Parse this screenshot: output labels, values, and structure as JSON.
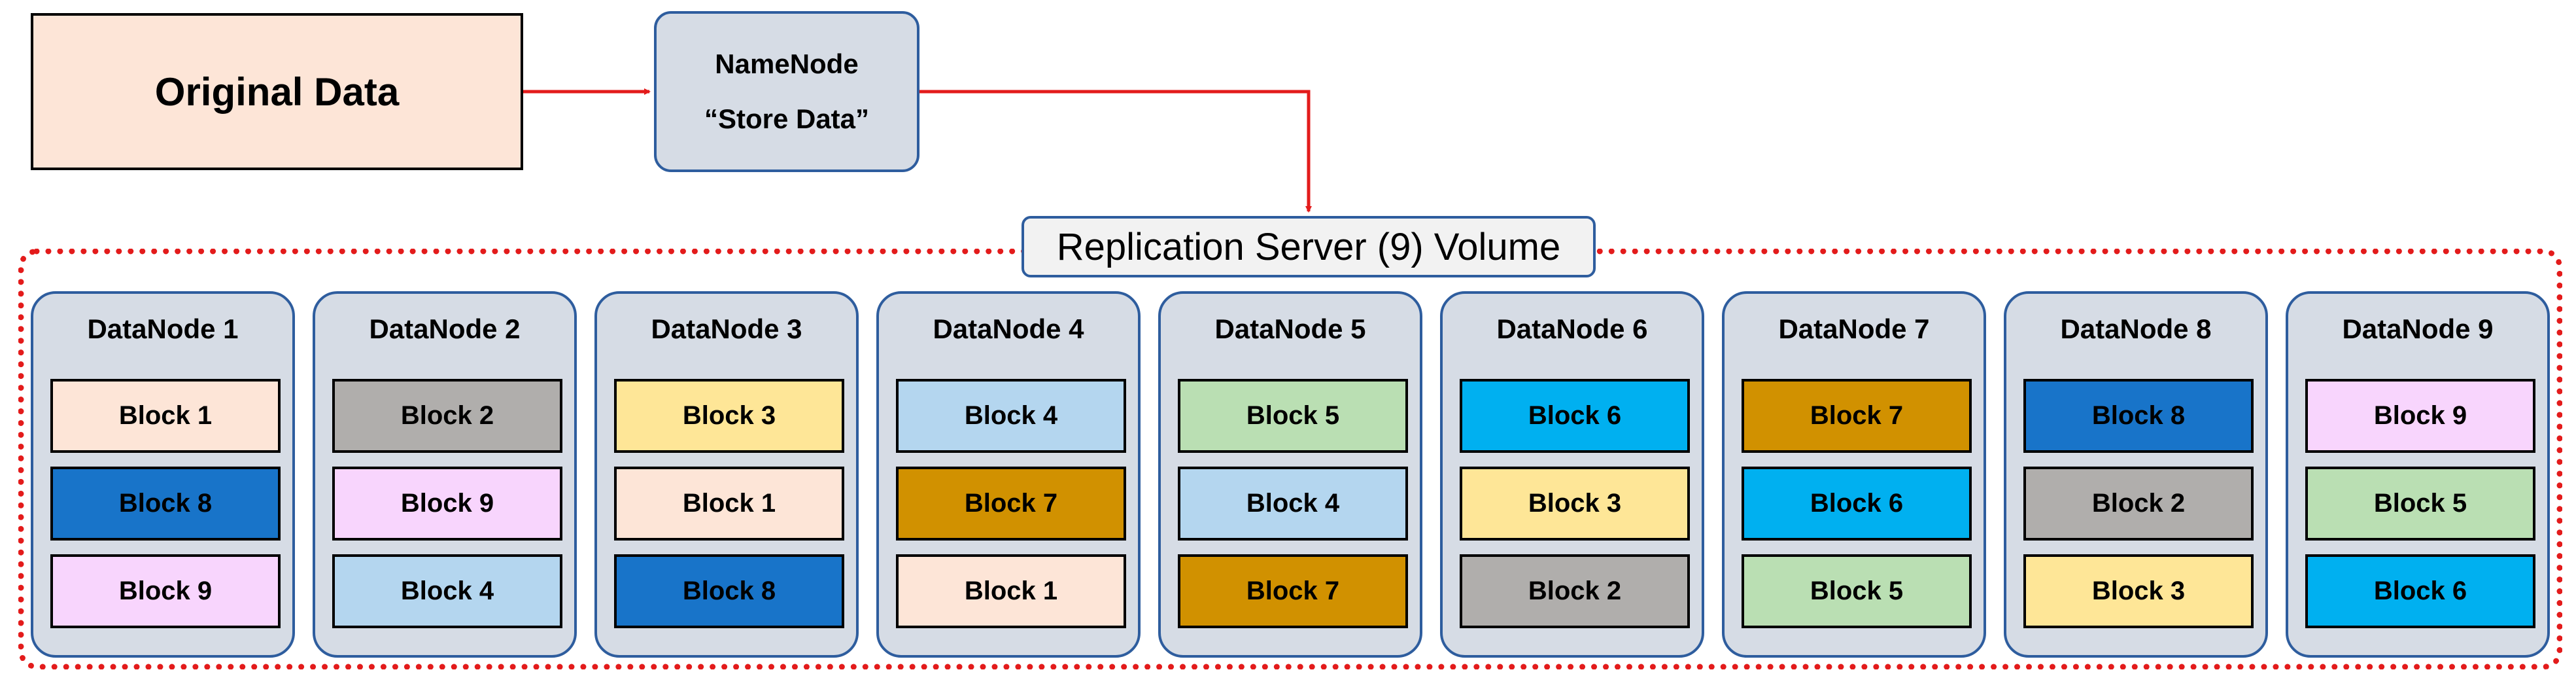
{
  "original": {
    "label": "Original Data"
  },
  "namenode": {
    "title": "NameNode",
    "action": "“Store Data”"
  },
  "replication": {
    "label": "Replication Server (9) Volume"
  },
  "colors": {
    "arrow": "#e31b1b",
    "node_fill": "#d6dce5",
    "node_border": "#2e5d9e"
  },
  "block_colors": {
    "Block 1": "#fde5d7",
    "Block 2": "#b0aeac",
    "Block 3": "#fee697",
    "Block 4": "#b4d6ef",
    "Block 5": "#badfb3",
    "Block 6": "#00b0f0",
    "Block 7": "#d19100",
    "Block 8": "#1874c9",
    "Block 9": "#f8d5fd"
  },
  "datanodes": [
    {
      "name": "DataNode 1",
      "blocks": [
        "Block 1",
        "Block 8",
        "Block 9"
      ]
    },
    {
      "name": "DataNode 2",
      "blocks": [
        "Block 2",
        "Block 9",
        "Block 4"
      ]
    },
    {
      "name": "DataNode 3",
      "blocks": [
        "Block 3",
        "Block 1",
        "Block 8"
      ]
    },
    {
      "name": "DataNode 4",
      "blocks": [
        "Block 4",
        "Block 7",
        "Block 1"
      ]
    },
    {
      "name": "DataNode 5",
      "blocks": [
        "Block 5",
        "Block 4",
        "Block 7"
      ]
    },
    {
      "name": "DataNode 6",
      "blocks": [
        "Block 6",
        "Block 3",
        "Block 2"
      ]
    },
    {
      "name": "DataNode 7",
      "blocks": [
        "Block 7",
        "Block 6",
        "Block 5"
      ]
    },
    {
      "name": "DataNode 8",
      "blocks": [
        "Block 8",
        "Block 2",
        "Block 3"
      ]
    },
    {
      "name": "DataNode 9",
      "blocks": [
        "Block 9",
        "Block 5",
        "Block 6"
      ]
    }
  ]
}
